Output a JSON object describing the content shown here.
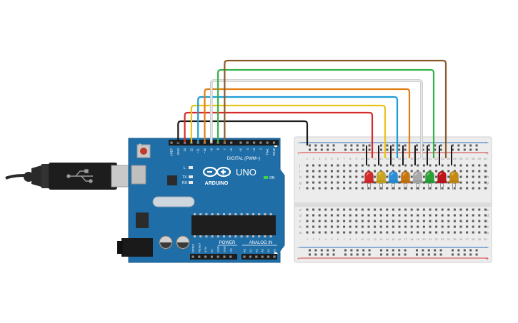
{
  "board": {
    "brand": "ARDUINO",
    "model": "UNO",
    "digital_label": "DIGITAL (PWM~)",
    "power_label": "POWER",
    "analog_label": "ANALOG IN",
    "on_label": "ON",
    "led_l": "L",
    "led_tx": "TX",
    "led_rx": "RX",
    "digital_pins": [
      "AREF",
      "GND",
      "13",
      "12",
      "~11",
      "~10",
      "~9",
      "8",
      "7",
      "~6",
      "~5",
      "4",
      "~3",
      "2",
      "TX▸1",
      "RX◂0"
    ],
    "power_pins": [
      "IOREF",
      "RESET",
      "3.3V",
      "5V",
      "GND",
      "GND",
      "Vin"
    ],
    "analog_pins": [
      "A0",
      "A1",
      "A2",
      "A3",
      "A4",
      "A5"
    ]
  },
  "breadboard": {
    "row_letters_top": [
      "j",
      "i",
      "h",
      "g",
      "f"
    ],
    "row_letters_bottom": [
      "e",
      "d",
      "c",
      "b",
      "a"
    ],
    "plus_sign": "+",
    "minus_sign": "−",
    "column_numbers": [
      "1",
      "2",
      "3",
      "4",
      "5",
      "6",
      "7",
      "8",
      "9",
      "10",
      "11",
      "12",
      "13",
      "14",
      "15",
      "16",
      "17",
      "18",
      "19",
      "20",
      "21",
      "22",
      "23",
      "24",
      "25",
      "26",
      "27",
      "28",
      "29",
      "30"
    ]
  },
  "leds": [
    {
      "color": "#d42b2b"
    },
    {
      "color": "#c9a51c"
    },
    {
      "color": "#2a8fd6"
    },
    {
      "color": "#c8760f"
    },
    {
      "color": "#a9a9a9"
    },
    {
      "color": "#29a336"
    },
    {
      "color": "#c0141c"
    },
    {
      "color": "#c58a12"
    }
  ],
  "wires": [
    {
      "color": "#1a1a1a"
    },
    {
      "color": "#d42b2b"
    },
    {
      "color": "#e6c31c"
    },
    {
      "color": "#1f9bd7"
    },
    {
      "color": "#e07d10"
    },
    {
      "color": "#e8e8e8"
    },
    {
      "color": "#35b34a"
    },
    {
      "color": "#8b5a2b"
    }
  ],
  "colors": {
    "board_blue": "#1f6ea8",
    "board_edge": "#175a8c",
    "breadboard": "#e9e9e9",
    "rail_red": "#d43a3a",
    "rail_blue": "#2a6fbd"
  }
}
